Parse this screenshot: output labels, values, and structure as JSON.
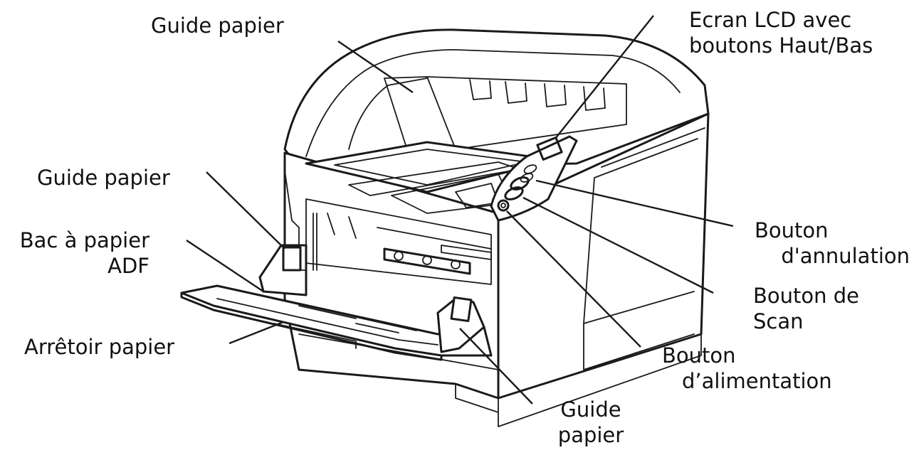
{
  "labels": {
    "guide_top": "Guide papier",
    "lcd_line1": "Ecran LCD avec",
    "lcd_line2": "boutons Haut/Bas",
    "guide_left": "Guide papier",
    "bac_line1": "Bac à papier",
    "bac_line2": "ADF",
    "cancel_line1": "Bouton",
    "cancel_line2": "d'annulation",
    "scan_line1": "Bouton de",
    "scan_line2": "Scan",
    "stopper": "Arrêtoir papier",
    "power_line1": "Bouton",
    "power_line2": "d’alimentation",
    "guide_bottom_line1": "Guide",
    "guide_bottom_line2": "papier"
  }
}
